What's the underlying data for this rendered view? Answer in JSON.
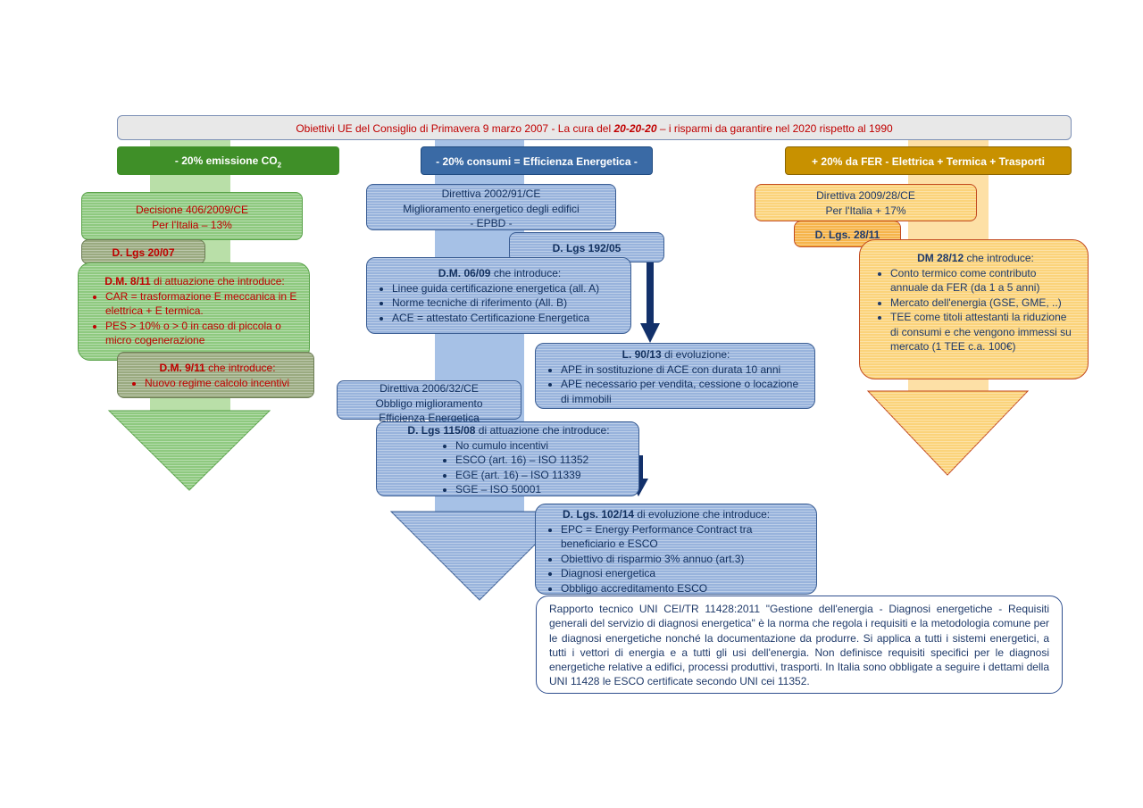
{
  "title": {
    "pre": "Obiettivi UE del Consiglio di Primavera 9 marzo 2007 - La cura del ",
    "emph": "20-20-20",
    "post": " – i risparmi da garantire nel 2020 rispetto al 1990"
  },
  "headers": {
    "green_pre": "- 20% emissione CO",
    "green_sub": "2",
    "blue": "- 20% consumi = Efficienza Energetica -",
    "orange": "+ 20% da FER - Elettrica + Termica + Trasporti"
  },
  "green": {
    "decisione_l1": "Decisione 406/2009/CE",
    "decisione_l2": "Per l'Italia – 13%",
    "dlgs2007": "D. Lgs 20/07",
    "dm811_title": "D.M. 8/11",
    "dm811_rest": " di attuazione che introduce:",
    "dm811_items": [
      "CAR = trasformazione E meccanica in E elettrica + E termica.",
      "PES > 10% o > 0 in caso di piccola o micro cogenerazione"
    ],
    "dm911_title": "D.M. 9/11",
    "dm911_rest": " che introduce:",
    "dm911_items": [
      "Nuovo regime calcolo incentivi"
    ]
  },
  "blue": {
    "dir2002_l1": "Direttiva 2002/91/CE",
    "dir2002_l2": "Miglioramento energetico degli edifici",
    "dir2002_l3": "- EPBD -",
    "dlgs192": "D. Lgs 192/05",
    "dm609_title": "D.M. 06/09",
    "dm609_rest": " che introduce:",
    "dm609_items": [
      "Linee guida certificazione energetica (all. A)",
      "Norme tecniche di riferimento (All. B)",
      "ACE = attestato Certificazione Energetica"
    ],
    "l9013_title": "L. 90/13",
    "l9013_rest": " di evoluzione:",
    "l9013_items": [
      "APE in sostituzione di ACE con durata 10 anni",
      "APE necessario per vendita, cessione o locazione di immobili"
    ],
    "dir2006_l1": "Direttiva 2006/32/CE",
    "dir2006_l2": "Obbligo miglioramento",
    "dir2006_l3": "Efficienza Energetica",
    "dlgs115_title": "D. Lgs 115/08",
    "dlgs115_rest": " di attuazione che introduce:",
    "dlgs115_items": [
      "No cumulo incentivi",
      "ESCO (art. 16) – ISO 11352",
      "EGE (art. 16) – ISO 11339",
      "SGE – ISO 50001"
    ],
    "dlgs102_title": "D. Lgs. 102/14",
    "dlgs102_rest": " di evoluzione che introduce:",
    "dlgs102_items": [
      "EPC = Energy Performance Contract tra beneficiario e ESCO",
      "Obiettivo di risparmio 3% annuo (art.3)",
      "Diagnosi energetica",
      "Obbligo accreditamento ESCO"
    ]
  },
  "orange": {
    "dir2009_l1": "Direttiva 2009/28/CE",
    "dir2009_l2": "Per l'Italia + 17%",
    "dlgs2811": "D. Lgs. 28/11",
    "dm2812_title": "DM 28/12",
    "dm2812_rest": " che introduce:",
    "dm2812_items": [
      "Conto termico come contributo annuale da FER (da 1 a 5 anni)",
      "Mercato dell'energia (GSE, GME, ..)",
      "TEE come titoli attestanti la riduzione di consumi e che vengono immessi su mercato (1 TEE c.a. 100€)"
    ]
  },
  "note": "Rapporto tecnico UNI CEI/TR 11428:2011 \"Gestione dell'energia - Diagnosi energetiche - Requisiti generali del servizio di diagnosi energetica\" è la norma che regola i requisiti e la metodologia comune per le diagnosi energetiche nonché la documentazione da produrre. Si applica a tutti i sistemi energetici, a tutti i vettori di energia e a tutti gli usi dell'energia. Non definisce requisiti specifici per le diagnosi energetiche relative a edifici, processi produttivi, trasporti. In Italia sono obbligate a seguire i dettami della UNI 11428 le ESCO certificate secondo UNI cei 11352.",
  "colors": {
    "green": "#3f8f28",
    "blue": "#3a6aa5",
    "orange": "#c89100",
    "title_red": "#c00000"
  }
}
